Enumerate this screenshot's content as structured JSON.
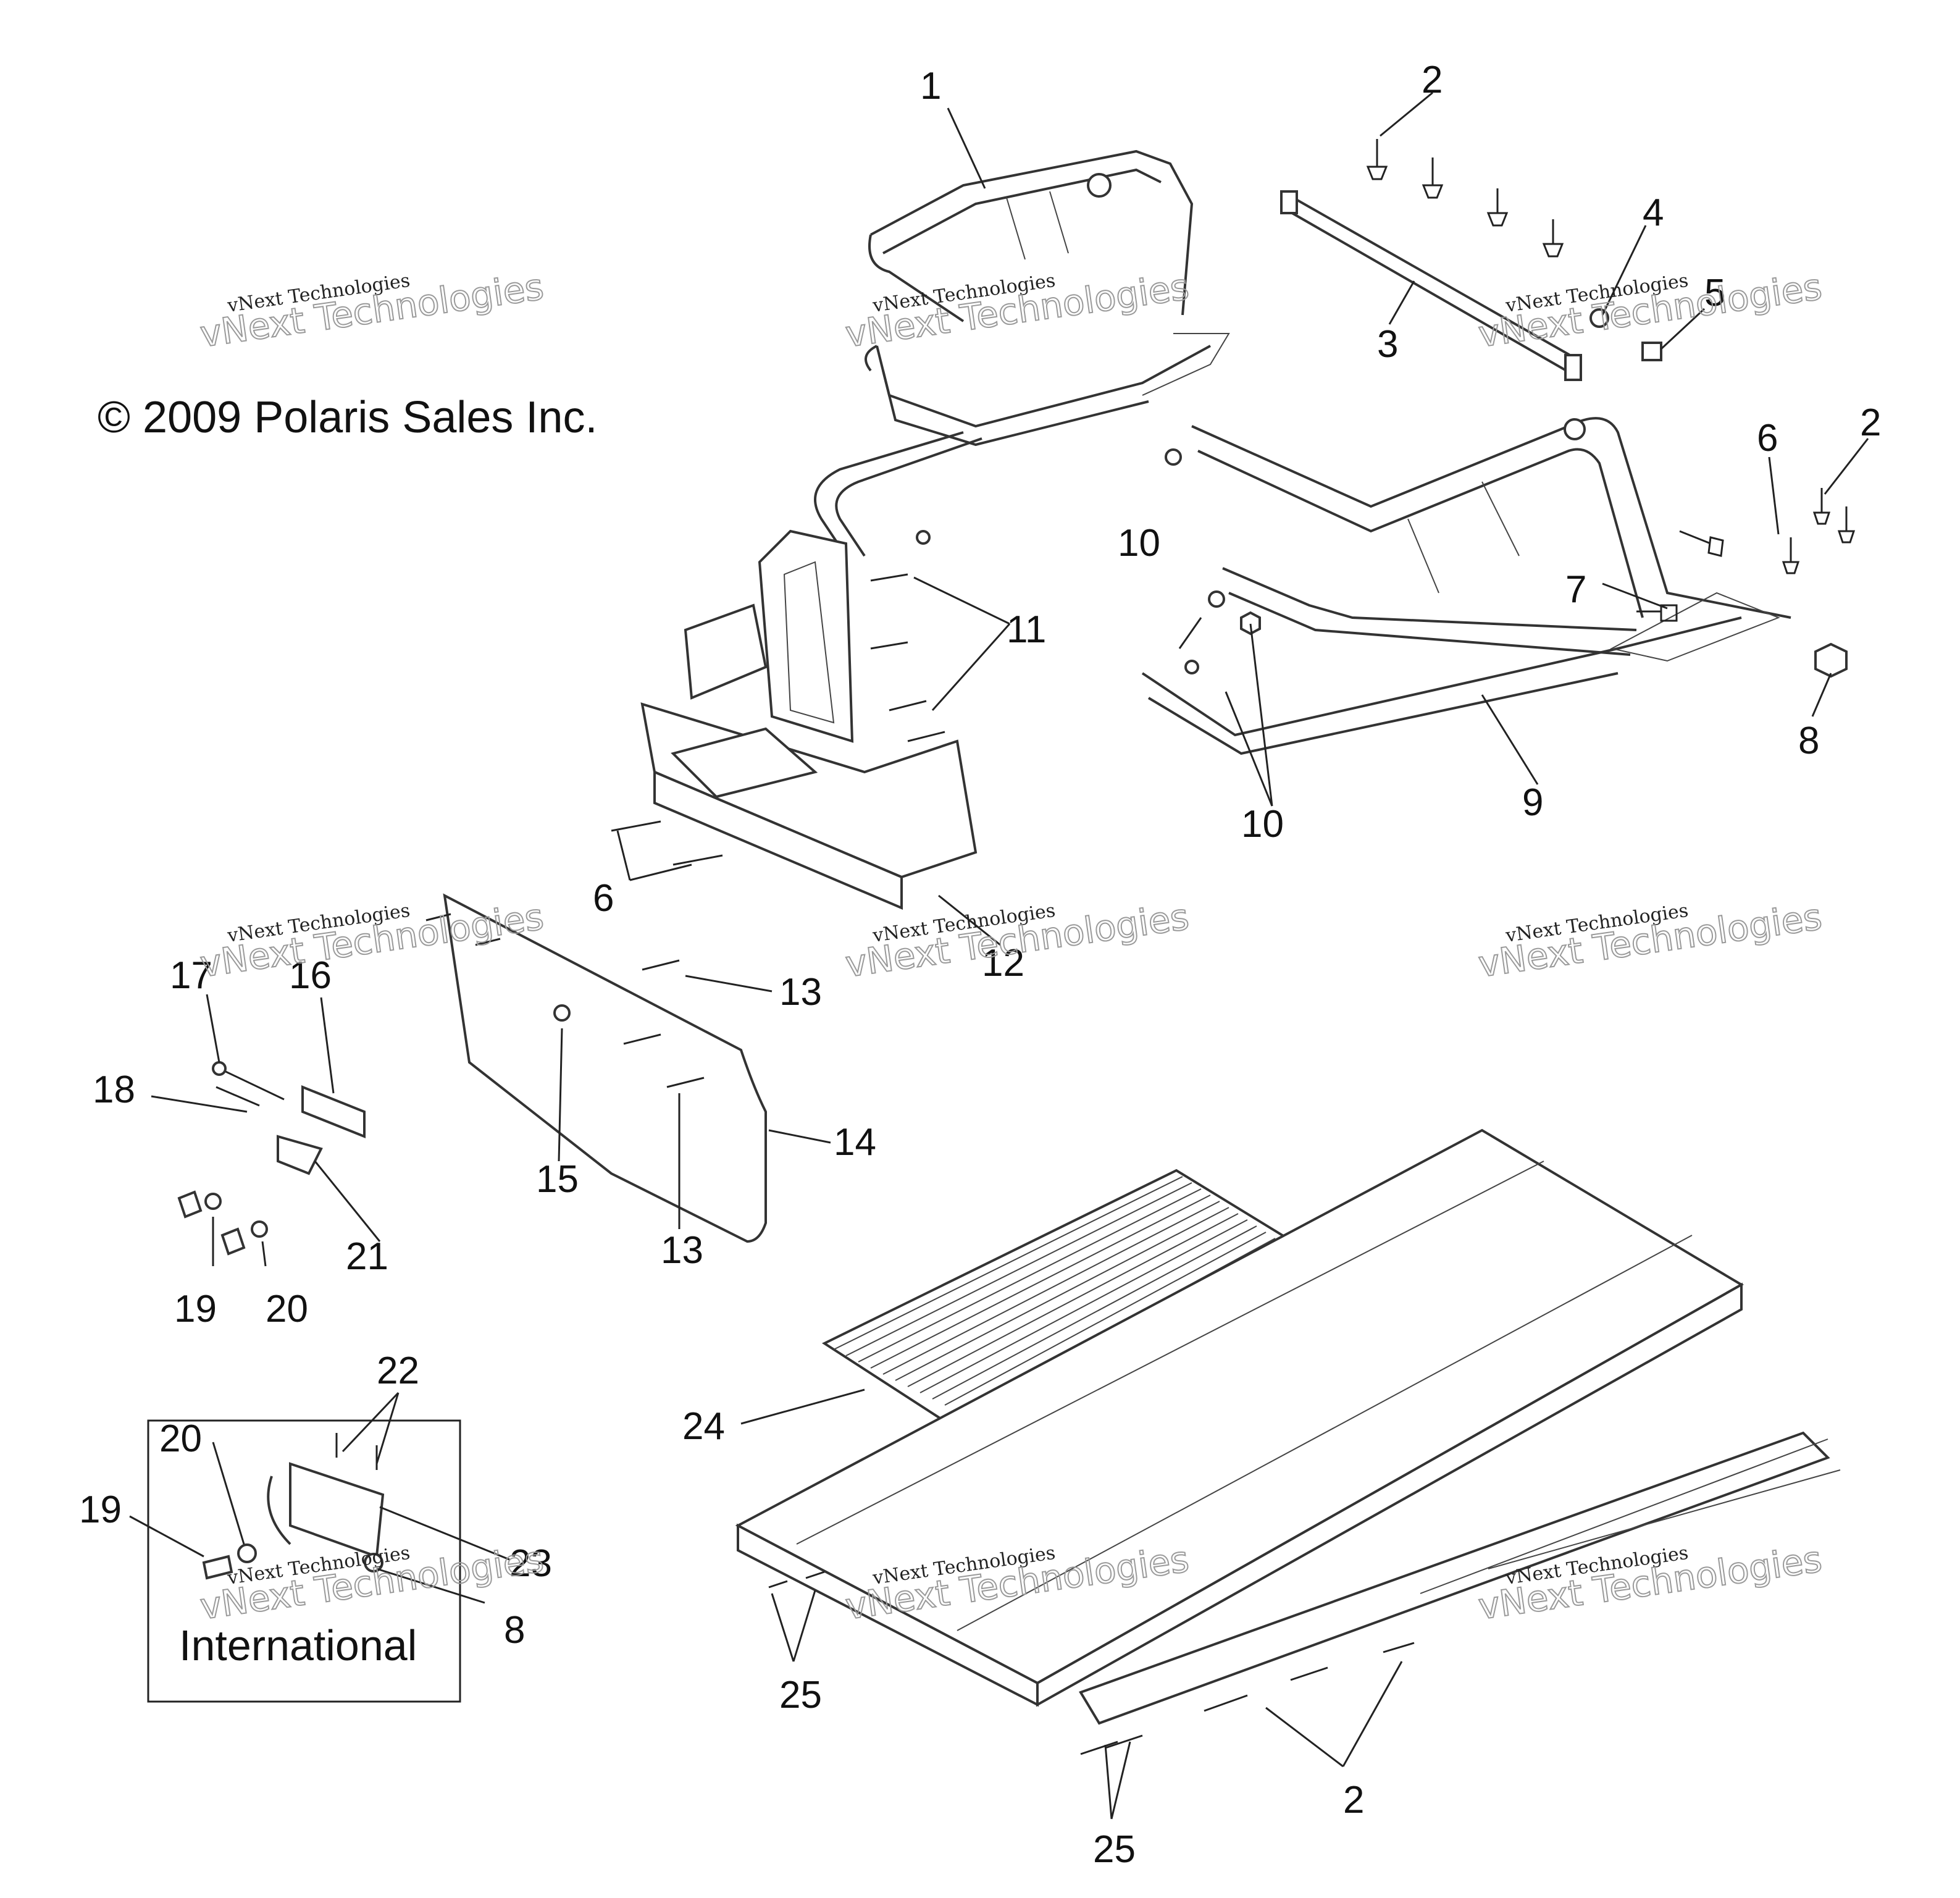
{
  "copyright": "© 2009 Polaris Sales Inc.",
  "inset_label": "International",
  "watermark": {
    "line1": "vNext Technologies",
    "line2": "vNext Technologies"
  },
  "callouts": [
    {
      "id": "c1",
      "text": "1"
    },
    {
      "id": "c2a",
      "text": "2"
    },
    {
      "id": "c3",
      "text": "3"
    },
    {
      "id": "c4",
      "text": "4"
    },
    {
      "id": "c5",
      "text": "5"
    },
    {
      "id": "c6a",
      "text": "6"
    },
    {
      "id": "c2b",
      "text": "2"
    },
    {
      "id": "c10a",
      "text": "10"
    },
    {
      "id": "c7",
      "text": "7"
    },
    {
      "id": "c11",
      "text": "11"
    },
    {
      "id": "c8a",
      "text": "8"
    },
    {
      "id": "c9",
      "text": "9"
    },
    {
      "id": "c10b",
      "text": "10"
    },
    {
      "id": "c6b",
      "text": "6"
    },
    {
      "id": "c12",
      "text": "12"
    },
    {
      "id": "c17",
      "text": "17"
    },
    {
      "id": "c16",
      "text": "16"
    },
    {
      "id": "c13a",
      "text": "13"
    },
    {
      "id": "c18",
      "text": "18"
    },
    {
      "id": "c14",
      "text": "14"
    },
    {
      "id": "c15",
      "text": "15"
    },
    {
      "id": "c21",
      "text": "21"
    },
    {
      "id": "c13b",
      "text": "13"
    },
    {
      "id": "c19a",
      "text": "19"
    },
    {
      "id": "c20a",
      "text": "20"
    },
    {
      "id": "c22",
      "text": "22"
    },
    {
      "id": "c24",
      "text": "24"
    },
    {
      "id": "c20b",
      "text": "20"
    },
    {
      "id": "c19b",
      "text": "19"
    },
    {
      "id": "c23",
      "text": "23"
    },
    {
      "id": "c8b",
      "text": "8"
    },
    {
      "id": "c25a",
      "text": "25"
    },
    {
      "id": "c2c",
      "text": "2"
    },
    {
      "id": "c25b",
      "text": "25"
    }
  ]
}
